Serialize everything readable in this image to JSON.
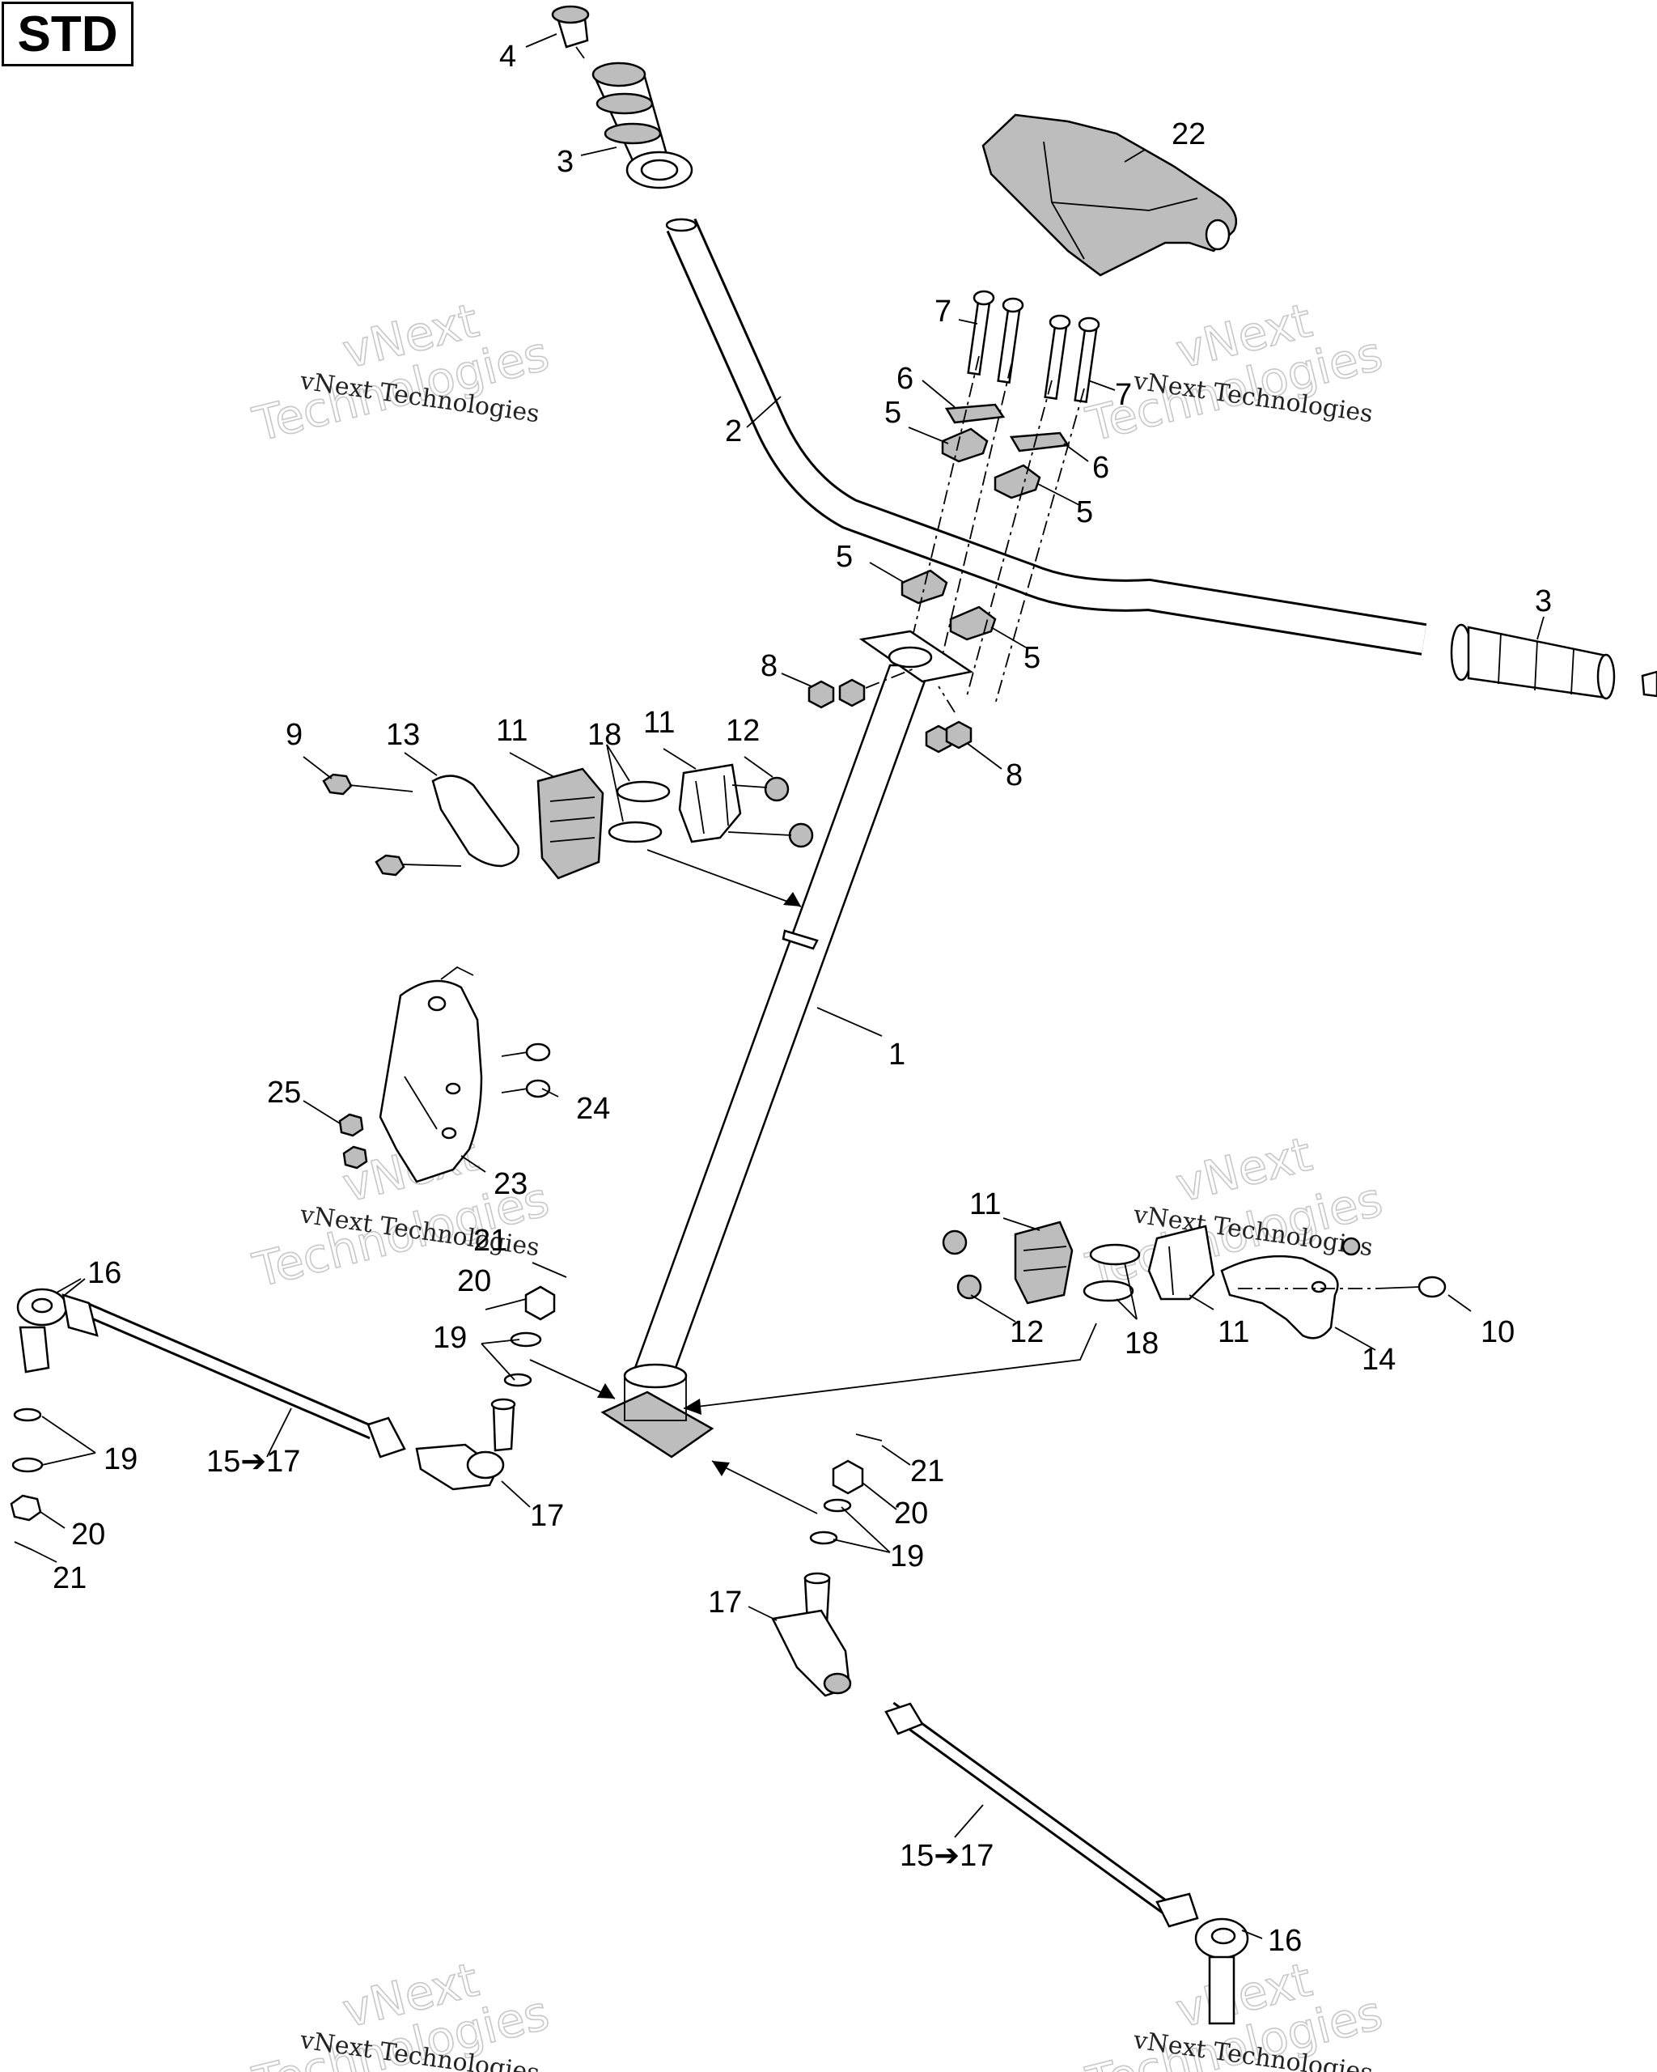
{
  "badge": "STD",
  "watermark": {
    "line1": "vNext Technologies",
    "line2": "vNext",
    "line3": "Technologies"
  },
  "callouts": [
    {
      "id": "c1",
      "text": "1"
    },
    {
      "id": "c2",
      "text": "2"
    },
    {
      "id": "c3a",
      "text": "3"
    },
    {
      "id": "c3b",
      "text": "3"
    },
    {
      "id": "c4",
      "text": "4"
    },
    {
      "id": "c5a",
      "text": "5"
    },
    {
      "id": "c5b",
      "text": "5"
    },
    {
      "id": "c5c",
      "text": "5"
    },
    {
      "id": "c5d",
      "text": "5"
    },
    {
      "id": "c6a",
      "text": "6"
    },
    {
      "id": "c6b",
      "text": "6"
    },
    {
      "id": "c7a",
      "text": "7"
    },
    {
      "id": "c7b",
      "text": "7"
    },
    {
      "id": "c8a",
      "text": "8"
    },
    {
      "id": "c8b",
      "text": "8"
    },
    {
      "id": "c9",
      "text": "9"
    },
    {
      "id": "c10",
      "text": "10"
    },
    {
      "id": "c11a",
      "text": "11"
    },
    {
      "id": "c11b",
      "text": "11"
    },
    {
      "id": "c11c",
      "text": "11"
    },
    {
      "id": "c11d",
      "text": "11"
    },
    {
      "id": "c12a",
      "text": "12"
    },
    {
      "id": "c12b",
      "text": "12"
    },
    {
      "id": "c13",
      "text": "13"
    },
    {
      "id": "c14",
      "text": "14"
    },
    {
      "id": "c15a",
      "text": "15➔17"
    },
    {
      "id": "c15b",
      "text": "15➔17"
    },
    {
      "id": "c16a",
      "text": "16"
    },
    {
      "id": "c16b",
      "text": "16"
    },
    {
      "id": "c17a",
      "text": "17"
    },
    {
      "id": "c17b",
      "text": "17"
    },
    {
      "id": "c18a",
      "text": "18"
    },
    {
      "id": "c18b",
      "text": "18"
    },
    {
      "id": "c19a",
      "text": "19"
    },
    {
      "id": "c19b",
      "text": "19"
    },
    {
      "id": "c19c",
      "text": "19"
    },
    {
      "id": "c20a",
      "text": "20"
    },
    {
      "id": "c20b",
      "text": "20"
    },
    {
      "id": "c20c",
      "text": "20"
    },
    {
      "id": "c21a",
      "text": "21"
    },
    {
      "id": "c21b",
      "text": "21"
    },
    {
      "id": "c21c",
      "text": "21"
    },
    {
      "id": "c22",
      "text": "22"
    },
    {
      "id": "c23",
      "text": "23"
    },
    {
      "id": "c24",
      "text": "24"
    },
    {
      "id": "c25",
      "text": "25"
    }
  ]
}
